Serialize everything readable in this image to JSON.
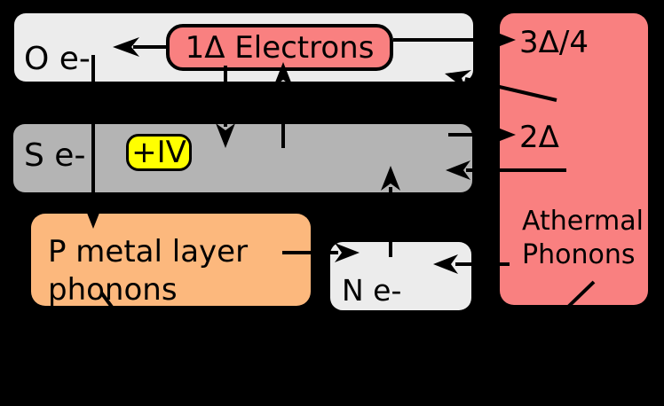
{
  "diagram": {
    "background": "#000000",
    "colors": {
      "pale_box": "#ececec",
      "gray_box": "#b4b4b4",
      "red_box": "#f98080",
      "orange_box": "#fcb87d",
      "yellow_badge": "#ffff00",
      "ink": "#000000"
    },
    "boxes": {
      "o_electrons": {
        "label": "O e-"
      },
      "electrons_1delta": {
        "label": "1Δ Electrons"
      },
      "s_electrons": {
        "label": "S e-"
      },
      "bias_iv": {
        "label": "+IV"
      },
      "p_metal": {
        "line1": "P metal layer",
        "line2": "phonons"
      },
      "n_electrons": {
        "label": "N e-"
      },
      "athermal": {
        "line1": "Athermal",
        "line2": "Phonons"
      }
    },
    "energy_labels": {
      "three_delta_over_four": "3Δ/4",
      "two_delta": "2Δ"
    }
  }
}
